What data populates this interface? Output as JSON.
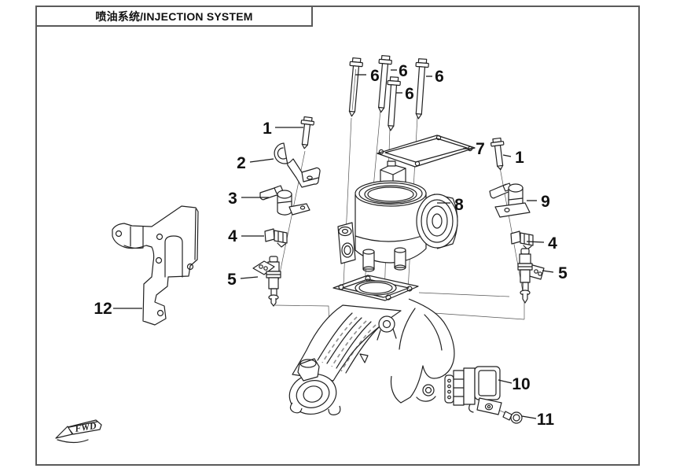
{
  "title": {
    "text": "喷油系统/INJECTION SYSTEM"
  },
  "direction_indicator": {
    "label": "FWD"
  },
  "callouts": [
    {
      "label": "6"
    },
    {
      "label": "6"
    },
    {
      "label": "6"
    },
    {
      "label": "6"
    },
    {
      "label": "1"
    },
    {
      "label": "2"
    },
    {
      "label": "3"
    },
    {
      "label": "4"
    },
    {
      "label": "5"
    },
    {
      "label": "12"
    },
    {
      "label": "7"
    },
    {
      "label": "1"
    },
    {
      "label": "9"
    },
    {
      "label": "4"
    },
    {
      "label": "5"
    },
    {
      "label": "8"
    },
    {
      "label": "10"
    },
    {
      "label": "11"
    }
  ],
  "colors": {
    "background": "#ffffff",
    "line_art": "#222222",
    "border": "#5a5a5a",
    "label_text": "#111111"
  }
}
